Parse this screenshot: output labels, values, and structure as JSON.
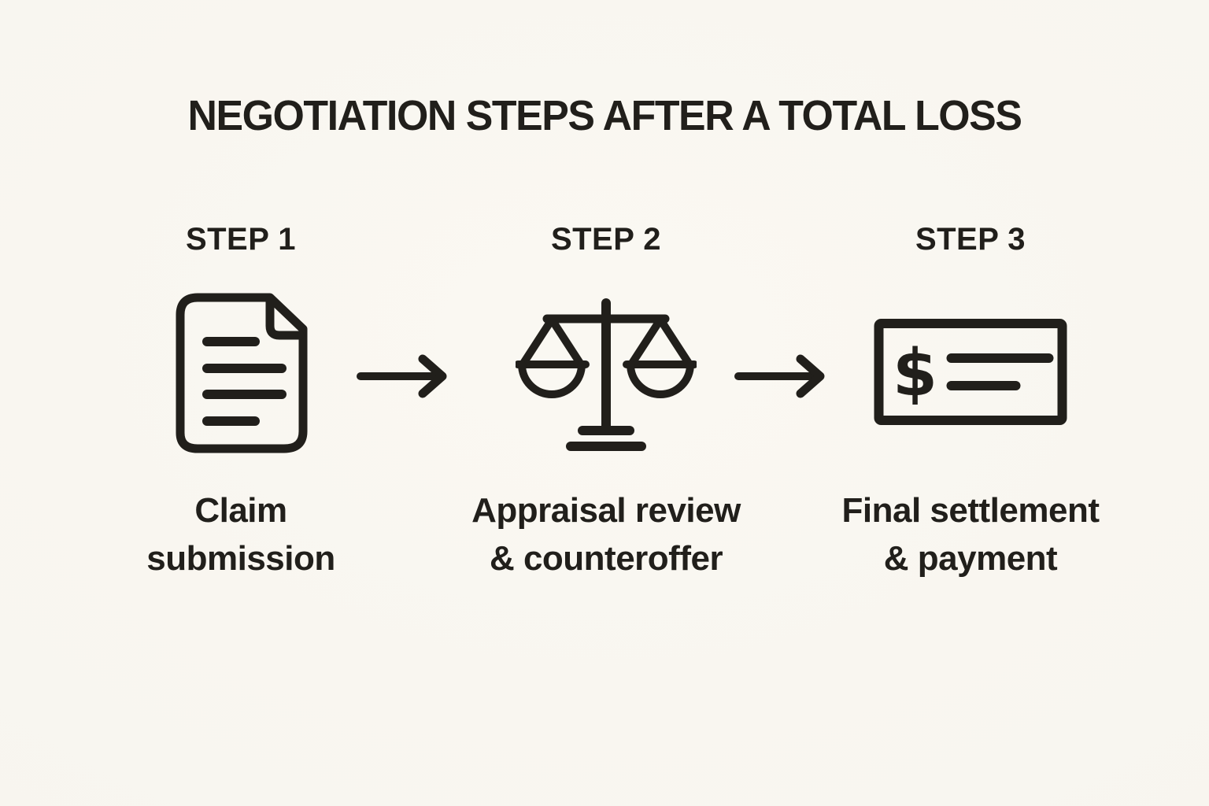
{
  "title": "NEGOTIATION STEPS AFTER A TOTAL LOSS",
  "steps": [
    {
      "label": "STEP 1",
      "icon": "document-icon",
      "caption_lines": [
        "Claim",
        "submission"
      ]
    },
    {
      "label": "STEP 2",
      "icon": "balance-scale-icon",
      "caption_lines": [
        "Appraisal review",
        "& counteroffer"
      ]
    },
    {
      "label": "STEP 3",
      "icon": "payment-check-icon",
      "caption_lines": [
        "Final settlement",
        "& payment"
      ]
    }
  ],
  "icons": {
    "check_currency_symbol": "$"
  },
  "colors": {
    "background": "#f8f5ef",
    "ink": "#211f1b"
  }
}
